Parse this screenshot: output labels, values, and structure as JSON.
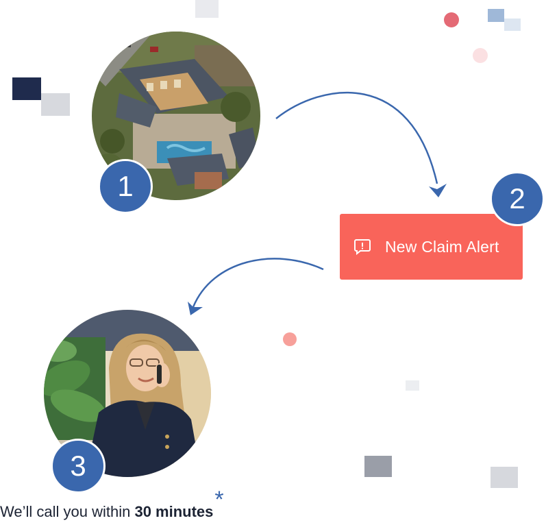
{
  "steps": [
    {
      "number": "1",
      "image": "aerial-storm-damaged-house-photo"
    },
    {
      "number": "2",
      "image": ""
    },
    {
      "number": "3",
      "image": "agent-on-phone-photo"
    }
  ],
  "alert": {
    "label": "New Claim Alert",
    "icon": "message-alert-icon",
    "color": "#f9645a"
  },
  "caption": {
    "prefix": "We’ll call you within ",
    "emphasis": "30 minutes",
    "asterisk": "*"
  },
  "colors": {
    "accent": "#3a67ad",
    "alert": "#f9645a",
    "text": "#1c2333"
  }
}
